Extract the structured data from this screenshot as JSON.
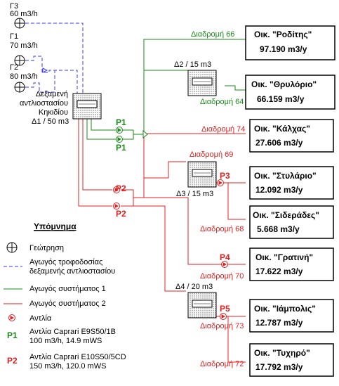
{
  "boreholes": [
    {
      "name": "Γ3",
      "flow": "60 m3/h"
    },
    {
      "name": "Γ1",
      "flow": "70 m3/h"
    },
    {
      "name": "Γ2",
      "flow": "80 m3/h"
    }
  ],
  "main_tank": {
    "line1": "Δεξαμενή",
    "line2": "αντλιοστασίου",
    "line3": "Κηκιδίου",
    "line4": "Δ1 / 50 m3"
  },
  "tanks": {
    "d2": "Δ2 / 15 m3",
    "d3": "Δ3 / 15 m3",
    "d4": "Δ4 / 20 m3"
  },
  "pumps": {
    "p1a": "P1",
    "p1b": "P1",
    "p2a": "P2",
    "p2b": "P2",
    "p3": "P3",
    "p4": "P4",
    "p5": "P5"
  },
  "routes": {
    "r66": "Διαδρομή 66",
    "r64": "Διαδρομή 64",
    "r74": "Διαδρομή 74",
    "r69": "Διαδρομή 69",
    "r68": "Διαδρομή 68",
    "r70": "Διαδρομή 70",
    "r73": "Διαδρομή 73",
    "r72": "Διαδρομή 72"
  },
  "settlements": [
    {
      "name": "Οικ. \"Ροδίτης\"",
      "value": "97.190 m3/y"
    },
    {
      "name": "Οικ. \"Θρυλόριο\"",
      "value": "66.159 m3/y"
    },
    {
      "name": "Οικ. \"Κάλχας\"",
      "value": "27.606 m3/y"
    },
    {
      "name": "Οικ. \"Στυλάριο\"",
      "value": "12.092 m3/y"
    },
    {
      "name": "Οικ. \"Σιδεράδες\"",
      "value": "5.668 m3/y"
    },
    {
      "name": "Οικ. \"Γρατινή\"",
      "value": "17.622 m3/y"
    },
    {
      "name": "Οικ. \"Ιάμπολις\"",
      "value": "12.787 m3/y"
    },
    {
      "name": "Οικ. \"Τυχηρό\"",
      "value": "17.792 m3/y"
    }
  ],
  "legend": {
    "title": "Υπόμνημα",
    "borehole": "Γεώτρηση",
    "feed_line1": "Αγωγός τροφοδοσίας",
    "feed_line2": "δεξαμενής αντλιοστασίου",
    "system1": "Αγωγός συστήματος 1",
    "system2": "Αγωγός συστήματος 2",
    "pump": "Αντλία",
    "p1_key": "P1",
    "p1_line1": "Αντλία Caprari E9S50/1B",
    "p1_line2": "100 m3/h, 14.9 mWS",
    "p2_key": "P2",
    "p2_line1": "Αντλία Caprari E10S50/5CD",
    "p2_line2": "150 m3/h, 120.0 mWS"
  },
  "colors": {
    "feed": "#3a3aff",
    "system1": "#1a8a1a",
    "system2": "#e02020"
  }
}
